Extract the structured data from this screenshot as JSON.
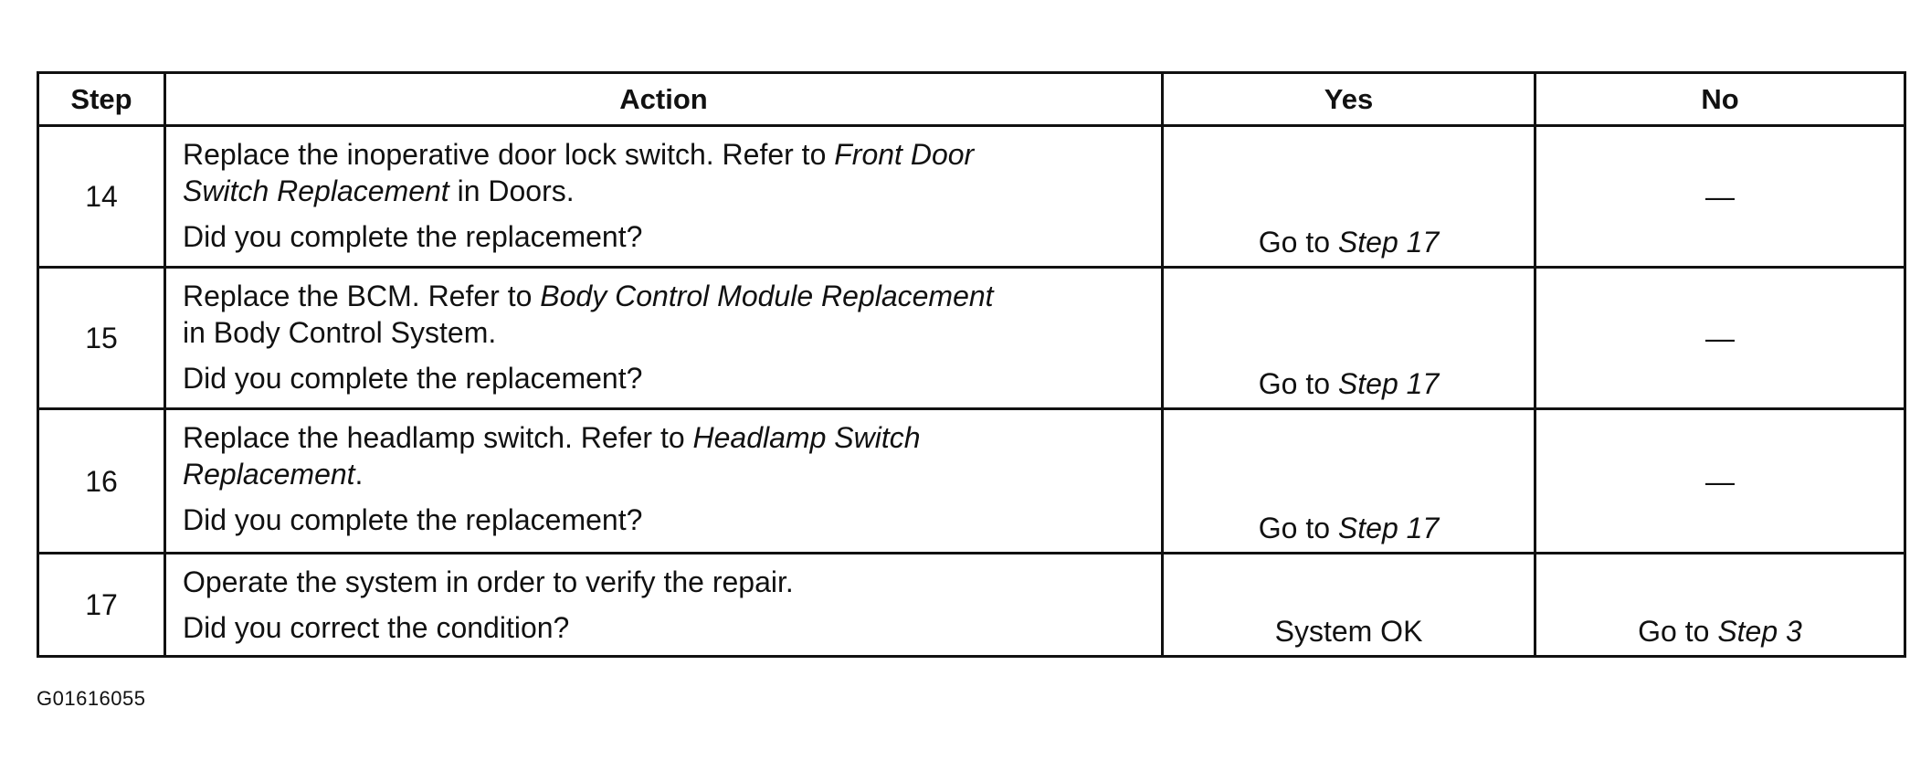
{
  "table": {
    "headers": {
      "step": "Step",
      "action": "Action",
      "yes": "Yes",
      "no": "No"
    },
    "rows": [
      {
        "step": "14",
        "action_l1_pre": "Replace the inoperative door lock switch. Refer to ",
        "action_l1_em": "Front Door",
        "action_l2_em": "Switch Replacement",
        "action_l2_post": " in Doors.",
        "question": "Did you complete the replacement?",
        "yes_pre": "Go to ",
        "yes_em": "Step 17",
        "no": "—"
      },
      {
        "step": "15",
        "action_l1_pre": "Replace the BCM. Refer to ",
        "action_l1_em": "Body Control Module Replacement",
        "action_l2_post": "in Body Control System.",
        "question": "Did you complete the replacement?",
        "yes_pre": "Go to ",
        "yes_em": "Step 17",
        "no": "—"
      },
      {
        "step": "16",
        "action_l1_pre": "Replace the headlamp switch. Refer to ",
        "action_l1_em": "Headlamp Switch",
        "action_l2_em": "Replacement",
        "action_l2_post": ".",
        "question": "Did you complete the replacement?",
        "yes_pre": "Go to ",
        "yes_em": "Step 17",
        "no": "—"
      },
      {
        "step": "17",
        "action_l1_pre": "Operate the system in order to verify the repair.",
        "question": "Did you correct the condition?",
        "yes_pre": "System OK",
        "no_pre": "Go to ",
        "no_em": "Step 3"
      }
    ]
  },
  "figure_id": "G01616055"
}
